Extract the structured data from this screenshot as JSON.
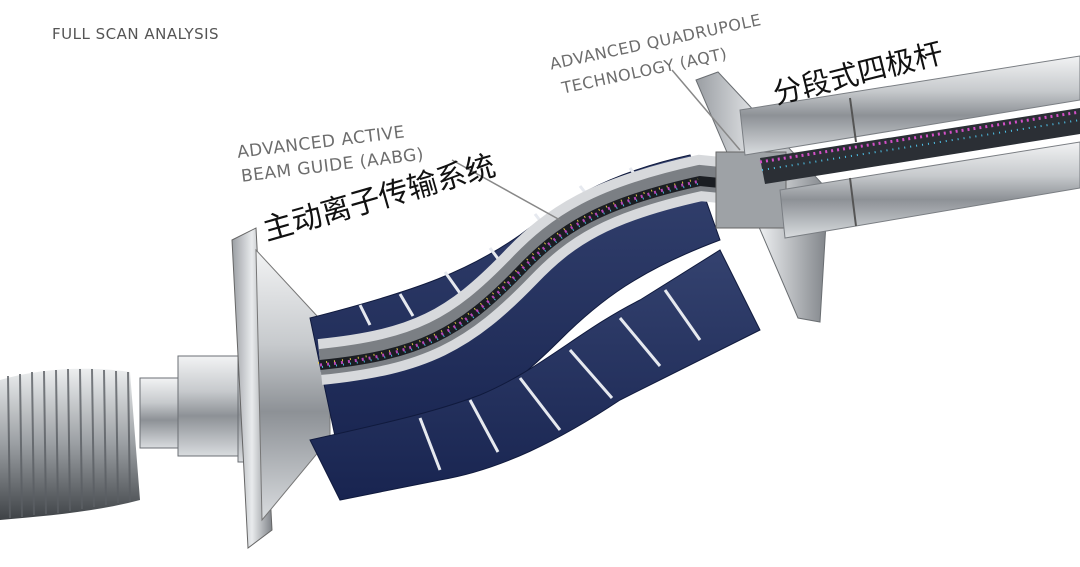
{
  "header": {
    "title": "FULL SCAN ANALYSIS"
  },
  "labels": {
    "aabg_line1": "ADVANCED ACTIVE",
    "aabg_line2": "BEAM GUIDE (AABG)",
    "aabg_cn": "主动离子传输系统",
    "aqt_line1": "ADVANCED QUADRUPOLE",
    "aqt_line2": "TECHNOLOGY (AQT)",
    "aqt_cn": "分段式四极杆"
  },
  "colors": {
    "background": "#ffffff",
    "panel": "#1f2d5c",
    "metal": "#b9bcc0",
    "label_gray": "#6d6d6d"
  }
}
